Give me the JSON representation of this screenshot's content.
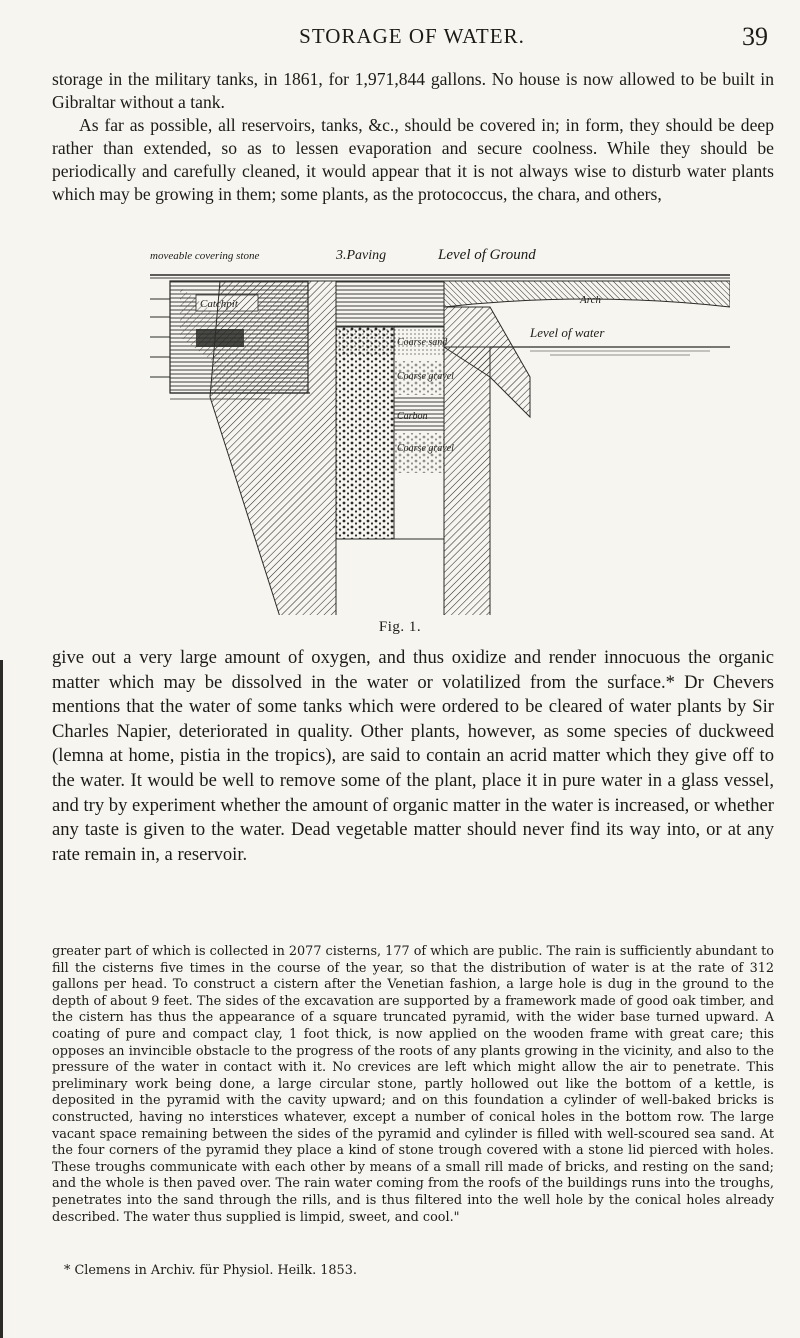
{
  "header": {
    "title": "STORAGE OF WATER.",
    "page_number": "39"
  },
  "intro": {
    "line1": "storage in the military tanks, in 1861, for 1,971,844 gallons. No house is now allowed to be built in Gibraltar without a tank.",
    "line2": "As far as possible, all reservoirs, tanks, &c., should be covered in; in form, they should be deep rather than extended, so as to lessen evaporation and secure coolness. While they should be periodically and carefully cleaned, it would appear that it is not always wise to disturb water plants which may be growing in them; some plants, as the protococcus, the chara, and others,"
  },
  "figure": {
    "caption": "Fig. 1.",
    "labels": {
      "movable_cover": "moveable covering stone",
      "paving": "3.Paving",
      "ground": "Level of Ground",
      "catchpit": "Catchpit",
      "arch": "Arch",
      "water_level": "Level of water",
      "coarse_sand": "Coarse sand",
      "coarse_gravel_1": "Coarse gravel",
      "carbon": "Carbon",
      "coarse_gravel_2": "Coarse gravel"
    }
  },
  "body": {
    "paragraph": "give out a very large amount of oxygen, and thus oxidize and render innocuous the organic matter which may be dissolved in the water or volatilized from the surface.* Dr Chevers mentions that the water of some tanks which were ordered to be cleared of water plants by Sir Charles Napier, deteriorated in quality. Other plants, however, as some species of duckweed (lemna at home, pistia in the tropics), are said to contain an acrid matter which they give off to the water. It would be well to remove some of the plant, place it in pure water in a glass vessel, and try by experiment whether the amount of organic matter in the water is increased, or whether any taste is given to the water. Dead vegetable matter should never find its way into, or at any rate remain in, a reservoir."
  },
  "quote": {
    "paragraph": "greater part of which is collected in 2077 cisterns, 177 of which are public. The rain is sufficiently abundant to fill the cisterns five times in the course of the year, so that the distribution of water is at the rate of 312 gallons per head. To construct a cistern after the Venetian fashion, a large hole is dug in the ground to the depth of about 9 feet. The sides of the excavation are supported by a framework made of good oak timber, and the cistern has thus the appearance of a square truncated pyramid, with the wider base turned upward. A coating of pure and compact clay, 1 foot thick, is now applied on the wooden frame with great care; this opposes an invincible obstacle to the progress of the roots of any plants growing in the vicinity, and also to the pressure of the water in contact with it. No crevices are left which might allow the air to penetrate. This preliminary work being done, a large circular stone, partly hollowed out like the bottom of a kettle, is deposited in the pyramid with the cavity upward; and on this foundation a cylinder of well-baked bricks is constructed, having no interstices whatever, except a number of conical holes in the bottom row. The large vacant space remaining between the sides of the pyramid and cylinder is filled with well-scoured sea sand. At the four corners of the pyramid they place a kind of stone trough covered with a stone lid pierced with holes. These troughs communicate with each other by means of a small rill made of bricks, and resting on the sand; and the whole is then paved over. The rain water coming from the roofs of the buildings runs into the troughs, penetrates into the sand through the rills, and is thus filtered into the well hole by the conical holes already described. The water thus supplied is limpid, sweet, and cool.\"",
    "footnote": "* Clemens in Archiv. für Physiol. Heilk. 1853."
  }
}
